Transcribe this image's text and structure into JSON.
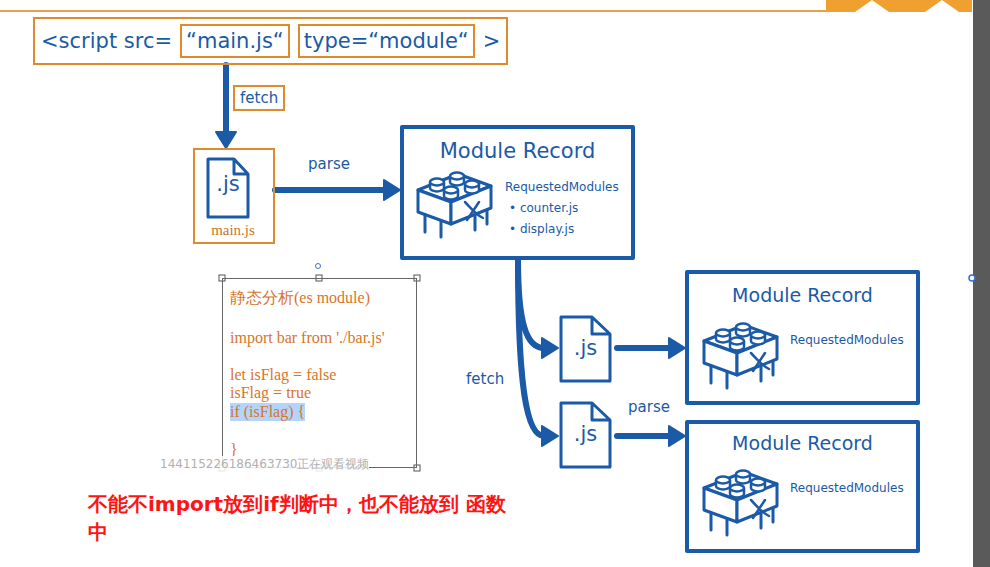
{
  "diagram": {
    "nodes": [
      {
        "text": [
          "<script src=",
          ">"
        ]
      },
      {
        "text": [
          "“main.js“"
        ],
        "in": 0
      },
      {
        "text": [
          "type=“module“"
        ],
        "in": 0
      },
      {
        "text": [
          ".js",
          "main.js"
        ]
      },
      {
        "text": [
          "Module Record",
          "RequestedModules",
          "• counter.js",
          "• display.js"
        ]
      },
      {
        "text": [
          "静态分析(es module)",
          "import bar from './bar.js'",
          "let isFlag = false",
          "isFlag = true",
          "if (isFlag) {",
          "}"
        ]
      },
      {
        "text": [
          ".js"
        ]
      },
      {
        "text": [
          "Module Record",
          "RequestedModules"
        ]
      },
      {
        "text": [
          ".js"
        ]
      },
      {
        "text": [
          "Module Record",
          "RequestedModules"
        ]
      }
    ],
    "edges": [
      {
        "from": 0,
        "to": 3,
        "label": "fetch",
        "arrow": "to"
      },
      {
        "from": 3,
        "to": 4,
        "label": "parse",
        "arrow": "to"
      },
      {
        "from": 4,
        "to": 6,
        "arrow": "to"
      },
      {
        "from": 4,
        "to": 8,
        "arrow": "to"
      },
      {
        "from": 6,
        "to": 7,
        "arrow": "to"
      },
      {
        "from": 8,
        "to": 9,
        "arrow": "to"
      }
    ],
    "labels": [
      "fetch",
      "parse",
      "144115226186463730正在观看视频",
      "不能不import放到if判断中，也不能放到 函数中"
    ]
  }
}
